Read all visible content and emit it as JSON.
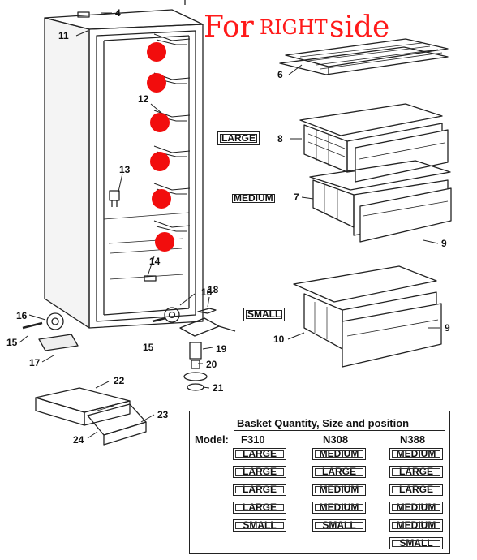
{
  "title": {
    "part1": "For",
    "part2": "RIGHT",
    "part3": "side"
  },
  "callouts": {
    "c4": "4",
    "c11": "11",
    "c12": "12",
    "c13": "13",
    "c14": "14",
    "c6": "6",
    "c8": "8",
    "c7": "7",
    "c9a": "9",
    "c9b": "9",
    "c10": "10",
    "c16a": "16",
    "c15a": "15",
    "c17": "17",
    "c16b": "16",
    "c18": "18",
    "c15b": "15",
    "c19": "19",
    "c20": "20",
    "c21": "21",
    "c22": "22",
    "c23": "23",
    "c24": "24"
  },
  "basket_labels": {
    "large": "LARGE",
    "medium": "MEDIUM",
    "small": "SMALL"
  },
  "table": {
    "title": "Basket Quantity, Size and position",
    "model_label": "Model:",
    "models": [
      "F310",
      "N308",
      "N388"
    ],
    "columns": [
      [
        "LARGE",
        "LARGE",
        "LARGE",
        "LARGE",
        "SMALL"
      ],
      [
        "MEDIUM",
        "LARGE",
        "MEDIUM",
        "MEDIUM",
        "SMALL"
      ],
      [
        "MEDIUM",
        "LARGE",
        "LARGE",
        "MEDIUM",
        "MEDIUM",
        "SMALL"
      ]
    ]
  },
  "colors": {
    "marker": "#f20d0d",
    "title": "#ff1a1a",
    "line": "#222222"
  }
}
